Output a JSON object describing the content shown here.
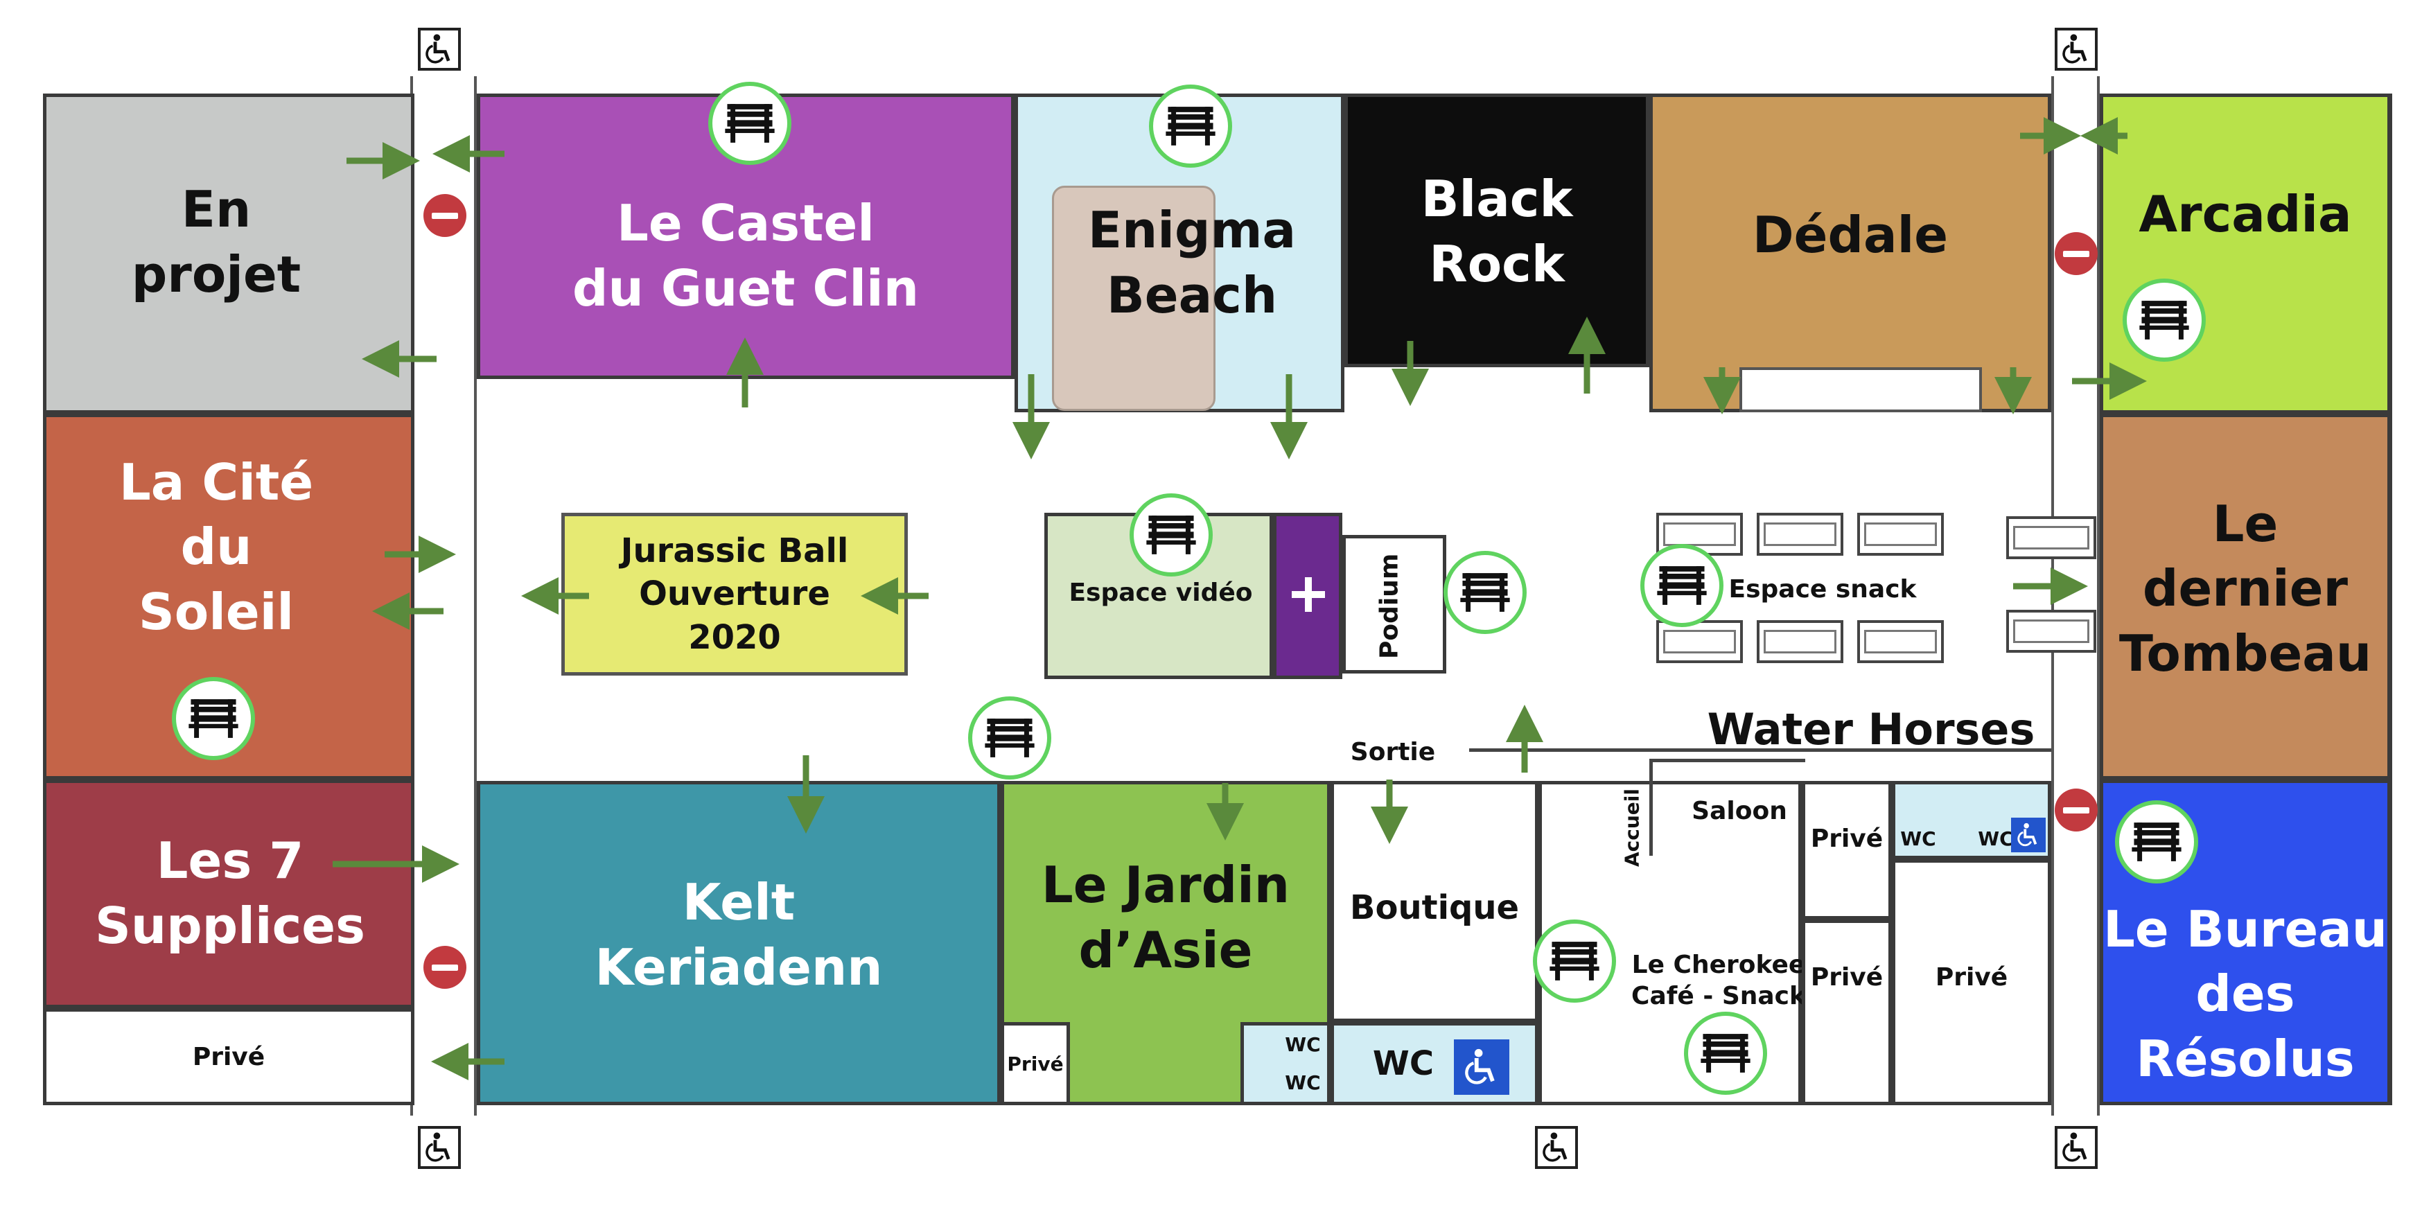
{
  "map": {
    "rooms": {
      "en_projet": "En\nprojet",
      "castel": "Le Castel\ndu Guet Clin",
      "enigma": "Enigma\nBeach",
      "black_rock": "Black\nRock",
      "dedale": "Dédale",
      "arcadia": "Arcadia",
      "cite_soleil": "La Cité\ndu\nSoleil",
      "dernier_tombeau": "Le\ndernier\nTombeau",
      "sept_supplices": "Les 7\nSupplices",
      "kelt": "Kelt\nKeriadenn",
      "jardin": "Le Jardin\nd’Asie",
      "bureau": "Le Bureau\ndes\nRésolus"
    },
    "colors": {
      "en_projet": "#c7c9c8",
      "castel": "#a950b6",
      "enigma": "#d2edf4",
      "black_rock": "#0d0d0d",
      "dedale": "#c99a5a",
      "arcadia": "#b8e24a",
      "cite_soleil": "#c46448",
      "dernier_tombeau": "#c48a5c",
      "sept_supplices": "#9e3d48",
      "kelt": "#3e97a8",
      "jardin": "#8dc351",
      "bureau": "#2e50ed",
      "jurassic": "#e6ea73",
      "espace_video": "#d7e6c5",
      "video_band": "#6b2a8f",
      "accent_green": "#5fd35f",
      "arrow_green": "#5a8a3c",
      "no_entry": "#c23a3f",
      "accessible_blue": "#2255cc"
    },
    "areas": {
      "jurassic": "Jurassic Ball\nOuverture\n2020",
      "espace_video": "Espace vidéo",
      "podium": "Podium",
      "espace_snack": "Espace snack",
      "water_horses": "Water Horses",
      "sortie": "Sortie",
      "saloon": "Saloon",
      "accueil": "Accueil",
      "boutique": "Boutique",
      "cherokee": "Le Cherokee\nCafé - Snack",
      "prive_left": "Privé",
      "prive_small": "Privé",
      "prive_1": "Privé",
      "prive_2": "Privé",
      "prive_3": "Privé",
      "wc_main": "WC",
      "wc_a": "WC",
      "wc_b": "WC",
      "wc_c": "WC",
      "wc_d": "WC"
    },
    "icons": {
      "bench": "bench-icon",
      "no_entry": "no-entry-icon",
      "wheelchair": "wheelchair-icon",
      "arrow": "arrow-icon"
    }
  }
}
